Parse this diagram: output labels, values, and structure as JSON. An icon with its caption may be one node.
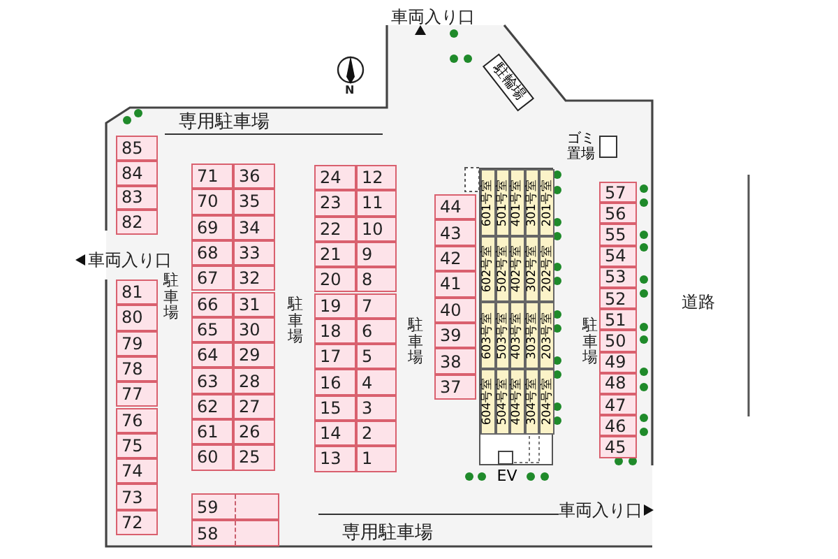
{
  "diagram": {
    "nodes": [
      {
        "text": [
          "駐輪場"
        ]
      },
      {
        "text": [
          "ゴミ置場"
        ]
      },
      {
        "text": [
          "85"
        ]
      },
      {
        "text": [
          "84"
        ]
      },
      {
        "text": [
          "83"
        ]
      },
      {
        "text": [
          "82"
        ]
      },
      {
        "text": [
          "81"
        ]
      },
      {
        "text": [
          "80"
        ]
      },
      {
        "text": [
          "79"
        ]
      },
      {
        "text": [
          "78"
        ]
      },
      {
        "text": [
          "77"
        ]
      },
      {
        "text": [
          "76"
        ]
      },
      {
        "text": [
          "75"
        ]
      },
      {
        "text": [
          "74"
        ]
      },
      {
        "text": [
          "73"
        ]
      },
      {
        "text": [
          "72"
        ]
      },
      {
        "text": [
          "71"
        ]
      },
      {
        "text": [
          "70"
        ]
      },
      {
        "text": [
          "69"
        ]
      },
      {
        "text": [
          "68"
        ]
      },
      {
        "text": [
          "67"
        ]
      },
      {
        "text": [
          "66"
        ]
      },
      {
        "text": [
          "65"
        ]
      },
      {
        "text": [
          "64"
        ]
      },
      {
        "text": [
          "63"
        ]
      },
      {
        "text": [
          "62"
        ]
      },
      {
        "text": [
          "61"
        ]
      },
      {
        "text": [
          "60"
        ]
      },
      {
        "text": [
          "36"
        ]
      },
      {
        "text": [
          "35"
        ]
      },
      {
        "text": [
          "34"
        ]
      },
      {
        "text": [
          "33"
        ]
      },
      {
        "text": [
          "32"
        ]
      },
      {
        "text": [
          "31"
        ]
      },
      {
        "text": [
          "30"
        ]
      },
      {
        "text": [
          "29"
        ]
      },
      {
        "text": [
          "28"
        ]
      },
      {
        "text": [
          "27"
        ]
      },
      {
        "text": [
          "26"
        ]
      },
      {
        "text": [
          "25"
        ]
      },
      {
        "text": [
          "59"
        ]
      },
      {
        "text": [
          "58"
        ]
      },
      {
        "text": [
          "24"
        ]
      },
      {
        "text": [
          "23"
        ]
      },
      {
        "text": [
          "22"
        ]
      },
      {
        "text": [
          "21"
        ]
      },
      {
        "text": [
          "20"
        ]
      },
      {
        "text": [
          "19"
        ]
      },
      {
        "text": [
          "18"
        ]
      },
      {
        "text": [
          "17"
        ]
      },
      {
        "text": [
          "16"
        ]
      },
      {
        "text": [
          "15"
        ]
      },
      {
        "text": [
          "14"
        ]
      },
      {
        "text": [
          "13"
        ]
      },
      {
        "text": [
          "12"
        ]
      },
      {
        "text": [
          "11"
        ]
      },
      {
        "text": [
          "10"
        ]
      },
      {
        "text": [
          "9"
        ]
      },
      {
        "text": [
          "8"
        ]
      },
      {
        "text": [
          "7"
        ]
      },
      {
        "text": [
          "6"
        ]
      },
      {
        "text": [
          "5"
        ]
      },
      {
        "text": [
          "4"
        ]
      },
      {
        "text": [
          "3"
        ]
      },
      {
        "text": [
          "2"
        ]
      },
      {
        "text": [
          "1"
        ]
      },
      {
        "text": [
          "44"
        ]
      },
      {
        "text": [
          "43"
        ]
      },
      {
        "text": [
          "42"
        ]
      },
      {
        "text": [
          "41"
        ]
      },
      {
        "text": [
          "40"
        ]
      },
      {
        "text": [
          "39"
        ]
      },
      {
        "text": [
          "38"
        ]
      },
      {
        "text": [
          "37"
        ]
      },
      {
        "text": [],
        "shape": "box"
      },
      {
        "text": [
          "601号室"
        ],
        "in": 74
      },
      {
        "text": [
          "501号室"
        ],
        "in": 74
      },
      {
        "text": [
          "401号室"
        ],
        "in": 74
      },
      {
        "text": [
          "301号室"
        ],
        "in": 74
      },
      {
        "text": [
          "201号室"
        ],
        "in": 74
      },
      {
        "text": [
          "602号室"
        ],
        "in": 74
      },
      {
        "text": [
          "502号室"
        ],
        "in": 74
      },
      {
        "text": [
          "402号室"
        ],
        "in": 74
      },
      {
        "text": [
          "302号室"
        ],
        "in": 74
      },
      {
        "text": [
          "202号室"
        ],
        "in": 74
      },
      {
        "text": [
          "603号室"
        ],
        "in": 74
      },
      {
        "text": [
          "503号室"
        ],
        "in": 74
      },
      {
        "text": [
          "403号室"
        ],
        "in": 74
      },
      {
        "text": [
          "303号室"
        ],
        "in": 74
      },
      {
        "text": [
          "203号室"
        ],
        "in": 74
      },
      {
        "text": [
          "604号室"
        ],
        "in": 74
      },
      {
        "text": [
          "504号室"
        ],
        "in": 74
      },
      {
        "text": [
          "404号室"
        ],
        "in": 74
      },
      {
        "text": [
          "304号室"
        ],
        "in": 74
      },
      {
        "text": [
          "204号室"
        ],
        "in": 74
      },
      {
        "text": [
          "EV"
        ]
      },
      {
        "text": [
          "57"
        ]
      },
      {
        "text": [
          "56"
        ]
      },
      {
        "text": [
          "55"
        ]
      },
      {
        "text": [
          "54"
        ]
      },
      {
        "text": [
          "53"
        ]
      },
      {
        "text": [
          "52"
        ]
      },
      {
        "text": [
          "51"
        ]
      },
      {
        "text": [
          "50"
        ]
      },
      {
        "text": [
          "49"
        ]
      },
      {
        "text": [
          "48"
        ]
      },
      {
        "text": [
          "47"
        ]
      },
      {
        "text": [
          "46"
        ]
      },
      {
        "text": [
          "45"
        ]
      }
    ],
    "labels": [
      "車両入り口",
      "N",
      "専用駐車場",
      "車両入り口",
      "駐車場",
      "駐車場",
      "駐車場",
      "駐車場",
      "道路",
      "車両入り口",
      "専用駐車場"
    ]
  }
}
